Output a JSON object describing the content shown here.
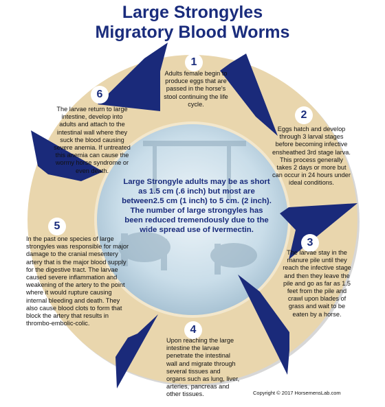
{
  "title_line1": "Large Strongyles",
  "title_line2": "Migratory Blood Worms",
  "steps": [
    {
      "num": "1",
      "text": "Adults female begin to produce eggs that are passed in the horse's stool continuing the life cycle."
    },
    {
      "num": "2",
      "text": "Eggs hatch and develop through 3 larval stages before becoming infective ensheathed 3rd stage larva. This process generally takes 2 days or more but can occur in 24 hours under ideal conditions."
    },
    {
      "num": "3",
      "text": "The larvae stay in the manure pile until they reach the infective stage and then they leave the pile and go as far as 1.5 feet from the pile and crawl upon blades of grass and wait to be eaten by a horse."
    },
    {
      "num": "4",
      "text": "Upon reaching the large intestine the larvae penetrate the intestinal wall and migrate through several tissues and organs such as lung, liver, arteries, pancreas and other tissues."
    },
    {
      "num": "5",
      "text": "In the past one species of large strongyles was responsible for major damage to the cranial mesentery artery that is the major blood supply for the digestive tract. The larvae caused severe inflammation and weakening of the artery to the point where it would rupture causing internal bleeding and death. They also cause blood clots to form that block the artery that results in thrombo-embolic-colic."
    },
    {
      "num": "6",
      "text": "The larvae return to large intestine, develop into adults and attach to the intestinal wall where they suck the blood causing severe anemia. If untreated this anemia can cause the wormy horse syndrome or even death."
    }
  ],
  "center_text": "Large Strongyle adults may be as short as 1.5 cm (.6 inch) but most are between2.5 cm (1 inch) to 5 cm. (2 inch). The number of large strongyles has been reduced tremendously due to the wide spread use of Ivermectin.",
  "copyright": "Copyright © 2017 HorsemensLab.com",
  "colors": {
    "ring": "#e9d6ad",
    "arrow": "#1a2a7a",
    "title": "#1a2c7c",
    "center_fill": "#c9dde9"
  }
}
